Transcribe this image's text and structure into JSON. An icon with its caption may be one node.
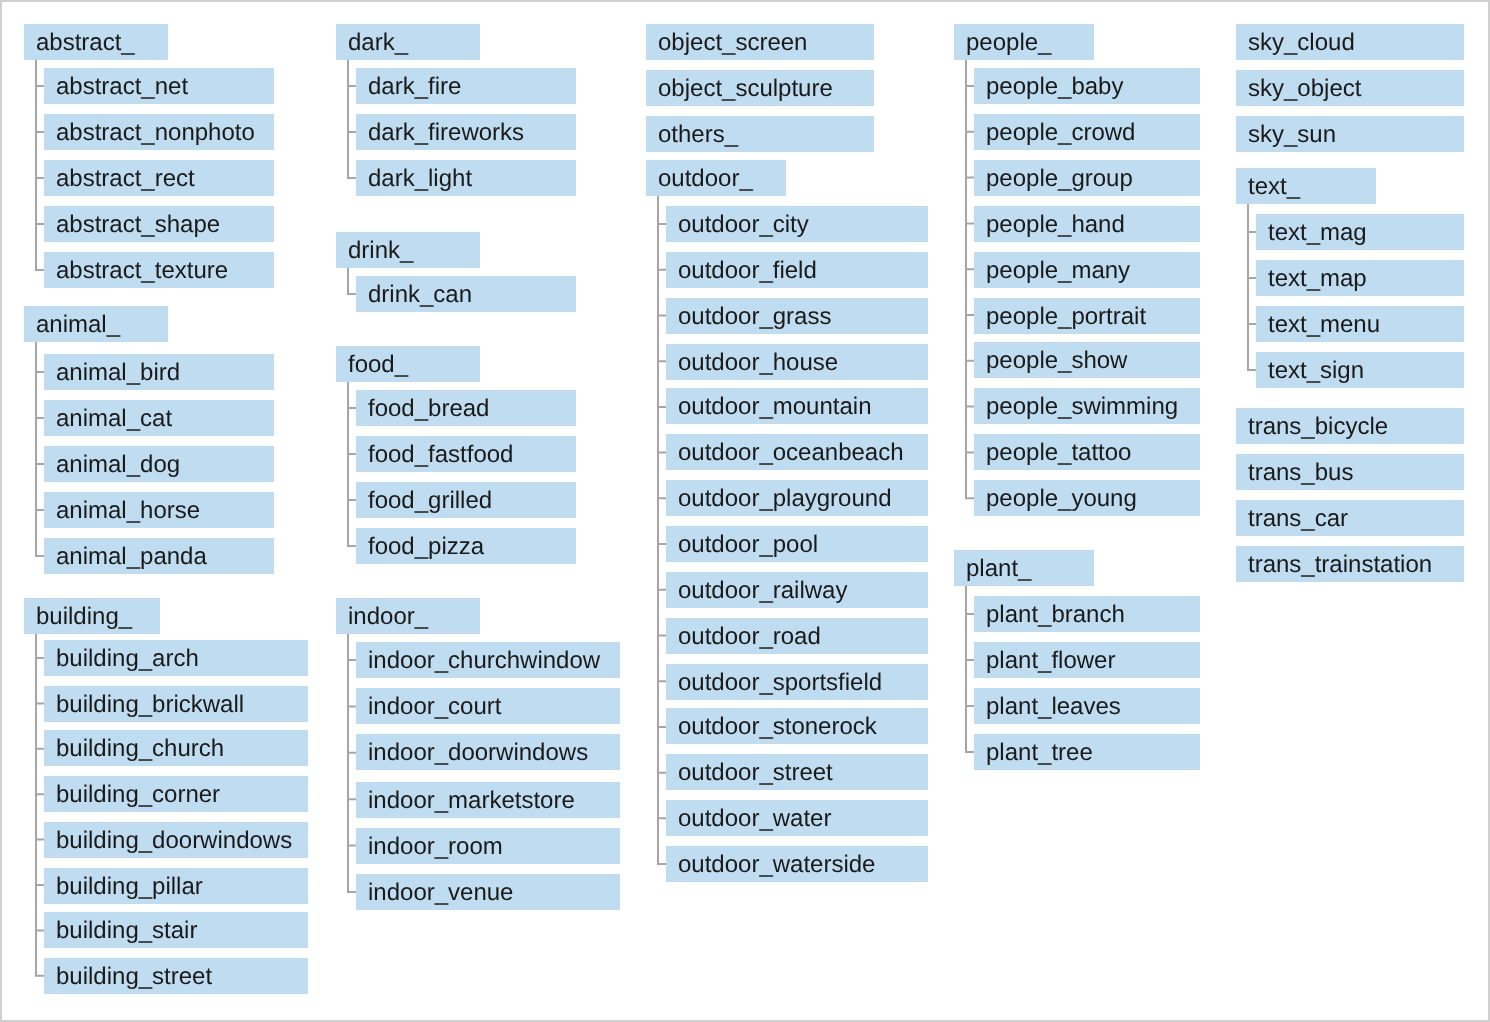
{
  "diagram": {
    "nodes": [
      {
        "text": [
          "abstract_"
        ]
      },
      {
        "text": [
          "abstract_net"
        ]
      },
      {
        "text": [
          "abstract_nonphoto"
        ]
      },
      {
        "text": [
          "abstract_rect"
        ]
      },
      {
        "text": [
          "abstract_shape"
        ]
      },
      {
        "text": [
          "abstract_texture"
        ]
      },
      {
        "text": [
          "animal_"
        ]
      },
      {
        "text": [
          "animal_bird"
        ]
      },
      {
        "text": [
          "animal_cat"
        ]
      },
      {
        "text": [
          "animal_dog"
        ]
      },
      {
        "text": [
          "animal_horse"
        ]
      },
      {
        "text": [
          "animal_panda"
        ]
      },
      {
        "text": [
          "building_"
        ]
      },
      {
        "text": [
          "building_arch"
        ]
      },
      {
        "text": [
          "building_brickwall"
        ]
      },
      {
        "text": [
          "building_church"
        ]
      },
      {
        "text": [
          "building_corner"
        ]
      },
      {
        "text": [
          "building_doorwindows"
        ]
      },
      {
        "text": [
          "building_pillar"
        ]
      },
      {
        "text": [
          "building_stair"
        ]
      },
      {
        "text": [
          "building_street"
        ]
      },
      {
        "text": [
          "dark_"
        ]
      },
      {
        "text": [
          "dark_fire"
        ]
      },
      {
        "text": [
          "dark_fireworks"
        ]
      },
      {
        "text": [
          "dark_light"
        ]
      },
      {
        "text": [
          "drink_"
        ]
      },
      {
        "text": [
          "drink_can"
        ]
      },
      {
        "text": [
          "food_"
        ]
      },
      {
        "text": [
          "food_bread"
        ]
      },
      {
        "text": [
          "food_fastfood"
        ]
      },
      {
        "text": [
          "food_grilled"
        ]
      },
      {
        "text": [
          "food_pizza"
        ]
      },
      {
        "text": [
          "indoor_"
        ]
      },
      {
        "text": [
          "indoor_churchwindow"
        ]
      },
      {
        "text": [
          "indoor_court"
        ]
      },
      {
        "text": [
          "indoor_doorwindows"
        ]
      },
      {
        "text": [
          "indoor_marketstore"
        ]
      },
      {
        "text": [
          "indoor_room"
        ]
      },
      {
        "text": [
          "indoor_venue"
        ]
      },
      {
        "text": [
          "object_screen"
        ]
      },
      {
        "text": [
          "object_sculpture"
        ]
      },
      {
        "text": [
          "others_"
        ]
      },
      {
        "text": [
          "outdoor_"
        ]
      },
      {
        "text": [
          "outdoor_city"
        ]
      },
      {
        "text": [
          "outdoor_field"
        ]
      },
      {
        "text": [
          "outdoor_grass"
        ]
      },
      {
        "text": [
          "outdoor_house"
        ]
      },
      {
        "text": [
          "outdoor_mountain"
        ]
      },
      {
        "text": [
          "outdoor_oceanbeach"
        ]
      },
      {
        "text": [
          "outdoor_playground"
        ]
      },
      {
        "text": [
          "outdoor_pool"
        ]
      },
      {
        "text": [
          "outdoor_railway"
        ]
      },
      {
        "text": [
          "outdoor_road"
        ]
      },
      {
        "text": [
          "outdoor_sportsfield"
        ]
      },
      {
        "text": [
          "outdoor_stonerock"
        ]
      },
      {
        "text": [
          "outdoor_street"
        ]
      },
      {
        "text": [
          "outdoor_water"
        ]
      },
      {
        "text": [
          "outdoor_waterside"
        ]
      },
      {
        "text": [
          "people_"
        ]
      },
      {
        "text": [
          "people_baby"
        ]
      },
      {
        "text": [
          "people_crowd"
        ]
      },
      {
        "text": [
          "people_group"
        ]
      },
      {
        "text": [
          "people_hand"
        ]
      },
      {
        "text": [
          "people_many"
        ]
      },
      {
        "text": [
          "people_portrait"
        ]
      },
      {
        "text": [
          "people_show"
        ]
      },
      {
        "text": [
          "people_swimming"
        ]
      },
      {
        "text": [
          "people_tattoo"
        ]
      },
      {
        "text": [
          "people_young"
        ]
      },
      {
        "text": [
          "plant_"
        ]
      },
      {
        "text": [
          "plant_branch"
        ]
      },
      {
        "text": [
          "plant_flower"
        ]
      },
      {
        "text": [
          "plant_leaves"
        ]
      },
      {
        "text": [
          "plant_tree"
        ]
      },
      {
        "text": [
          "sky_cloud"
        ]
      },
      {
        "text": [
          "sky_object"
        ]
      },
      {
        "text": [
          "sky_sun"
        ]
      },
      {
        "text": [
          "text_"
        ]
      },
      {
        "text": [
          "text_mag"
        ]
      },
      {
        "text": [
          "text_map"
        ]
      },
      {
        "text": [
          "text_menu"
        ]
      },
      {
        "text": [
          "text_sign"
        ]
      },
      {
        "text": [
          "trans_bicycle"
        ]
      },
      {
        "text": [
          "trans_bus"
        ]
      },
      {
        "text": [
          "trans_car"
        ]
      },
      {
        "text": [
          "trans_trainstation"
        ]
      }
    ],
    "edges": [
      {
        "from": 0,
        "to": 1,
        "arrow": "none"
      },
      {
        "from": 0,
        "to": 2,
        "arrow": "none"
      },
      {
        "from": 0,
        "to": 3,
        "arrow": "none"
      },
      {
        "from": 0,
        "to": 4,
        "arrow": "none"
      },
      {
        "from": 0,
        "to": 5,
        "arrow": "none"
      },
      {
        "from": 6,
        "to": 7,
        "arrow": "none"
      },
      {
        "from": 6,
        "to": 8,
        "arrow": "none"
      },
      {
        "from": 6,
        "to": 9,
        "arrow": "none"
      },
      {
        "from": 6,
        "to": 10,
        "arrow": "none"
      },
      {
        "from": 6,
        "to": 11,
        "arrow": "none"
      },
      {
        "from": 12,
        "to": 13,
        "arrow": "none"
      },
      {
        "from": 12,
        "to": 14,
        "arrow": "none"
      },
      {
        "from": 12,
        "to": 15,
        "arrow": "none"
      },
      {
        "from": 12,
        "to": 16,
        "arrow": "none"
      },
      {
        "from": 12,
        "to": 17,
        "arrow": "none"
      },
      {
        "from": 12,
        "to": 18,
        "arrow": "none"
      },
      {
        "from": 12,
        "to": 19,
        "arrow": "none"
      },
      {
        "from": 12,
        "to": 20,
        "arrow": "none"
      },
      {
        "from": 21,
        "to": 22,
        "arrow": "none"
      },
      {
        "from": 21,
        "to": 23,
        "arrow": "none"
      },
      {
        "from": 21,
        "to": 24,
        "arrow": "none"
      },
      {
        "from": 25,
        "to": 26,
        "arrow": "none"
      },
      {
        "from": 27,
        "to": 28,
        "arrow": "none"
      },
      {
        "from": 27,
        "to": 29,
        "arrow": "none"
      },
      {
        "from": 27,
        "to": 30,
        "arrow": "none"
      },
      {
        "from": 27,
        "to": 31,
        "arrow": "none"
      },
      {
        "from": 32,
        "to": 33,
        "arrow": "none"
      },
      {
        "from": 32,
        "to": 34,
        "arrow": "none"
      },
      {
        "from": 32,
        "to": 35,
        "arrow": "none"
      },
      {
        "from": 32,
        "to": 36,
        "arrow": "none"
      },
      {
        "from": 32,
        "to": 37,
        "arrow": "none"
      },
      {
        "from": 32,
        "to": 38,
        "arrow": "none"
      },
      {
        "from": 42,
        "to": 43,
        "arrow": "none"
      },
      {
        "from": 42,
        "to": 44,
        "arrow": "none"
      },
      {
        "from": 42,
        "to": 45,
        "arrow": "none"
      },
      {
        "from": 42,
        "to": 46,
        "arrow": "none"
      },
      {
        "from": 42,
        "to": 47,
        "arrow": "none"
      },
      {
        "from": 42,
        "to": 48,
        "arrow": "none"
      },
      {
        "from": 42,
        "to": 49,
        "arrow": "none"
      },
      {
        "from": 42,
        "to": 50,
        "arrow": "none"
      },
      {
        "from": 42,
        "to": 51,
        "arrow": "none"
      },
      {
        "from": 42,
        "to": 52,
        "arrow": "none"
      },
      {
        "from": 42,
        "to": 53,
        "arrow": "none"
      },
      {
        "from": 42,
        "to": 54,
        "arrow": "none"
      },
      {
        "from": 42,
        "to": 55,
        "arrow": "none"
      },
      {
        "from": 42,
        "to": 56,
        "arrow": "none"
      },
      {
        "from": 42,
        "to": 57,
        "arrow": "none"
      },
      {
        "from": 58,
        "to": 59,
        "arrow": "none"
      },
      {
        "from": 58,
        "to": 60,
        "arrow": "none"
      },
      {
        "from": 58,
        "to": 61,
        "arrow": "none"
      },
      {
        "from": 58,
        "to": 62,
        "arrow": "none"
      },
      {
        "from": 58,
        "to": 63,
        "arrow": "none"
      },
      {
        "from": 58,
        "to": 64,
        "arrow": "none"
      },
      {
        "from": 58,
        "to": 65,
        "arrow": "none"
      },
      {
        "from": 58,
        "to": 66,
        "arrow": "none"
      },
      {
        "from": 58,
        "to": 67,
        "arrow": "none"
      },
      {
        "from": 58,
        "to": 68,
        "arrow": "none"
      },
      {
        "from": 69,
        "to": 70,
        "arrow": "none"
      },
      {
        "from": 69,
        "to": 71,
        "arrow": "none"
      },
      {
        "from": 69,
        "to": 72,
        "arrow": "none"
      },
      {
        "from": 69,
        "to": 73,
        "arrow": "none"
      },
      {
        "from": 77,
        "to": 78,
        "arrow": "none"
      },
      {
        "from": 77,
        "to": 79,
        "arrow": "none"
      },
      {
        "from": 77,
        "to": 80,
        "arrow": "none"
      },
      {
        "from": 77,
        "to": 81,
        "arrow": "none"
      }
    ]
  }
}
